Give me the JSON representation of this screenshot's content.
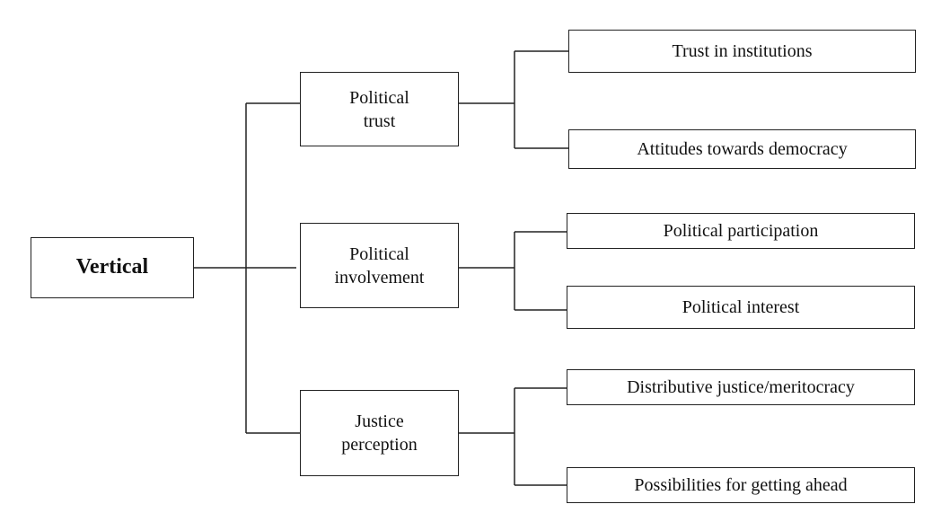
{
  "root": {
    "label": "Vertical"
  },
  "branches": [
    {
      "line1": "Political",
      "line2": "trust",
      "children": [
        "Trust in institutions",
        "Attitudes towards democracy"
      ]
    },
    {
      "line1": "Political",
      "line2": "involvement",
      "children": [
        "Political participation",
        "Political interest"
      ]
    },
    {
      "line1": "Justice",
      "line2": "perception",
      "children": [
        "Distributive justice/meritocracy",
        "Possibilities for getting ahead"
      ]
    }
  ]
}
